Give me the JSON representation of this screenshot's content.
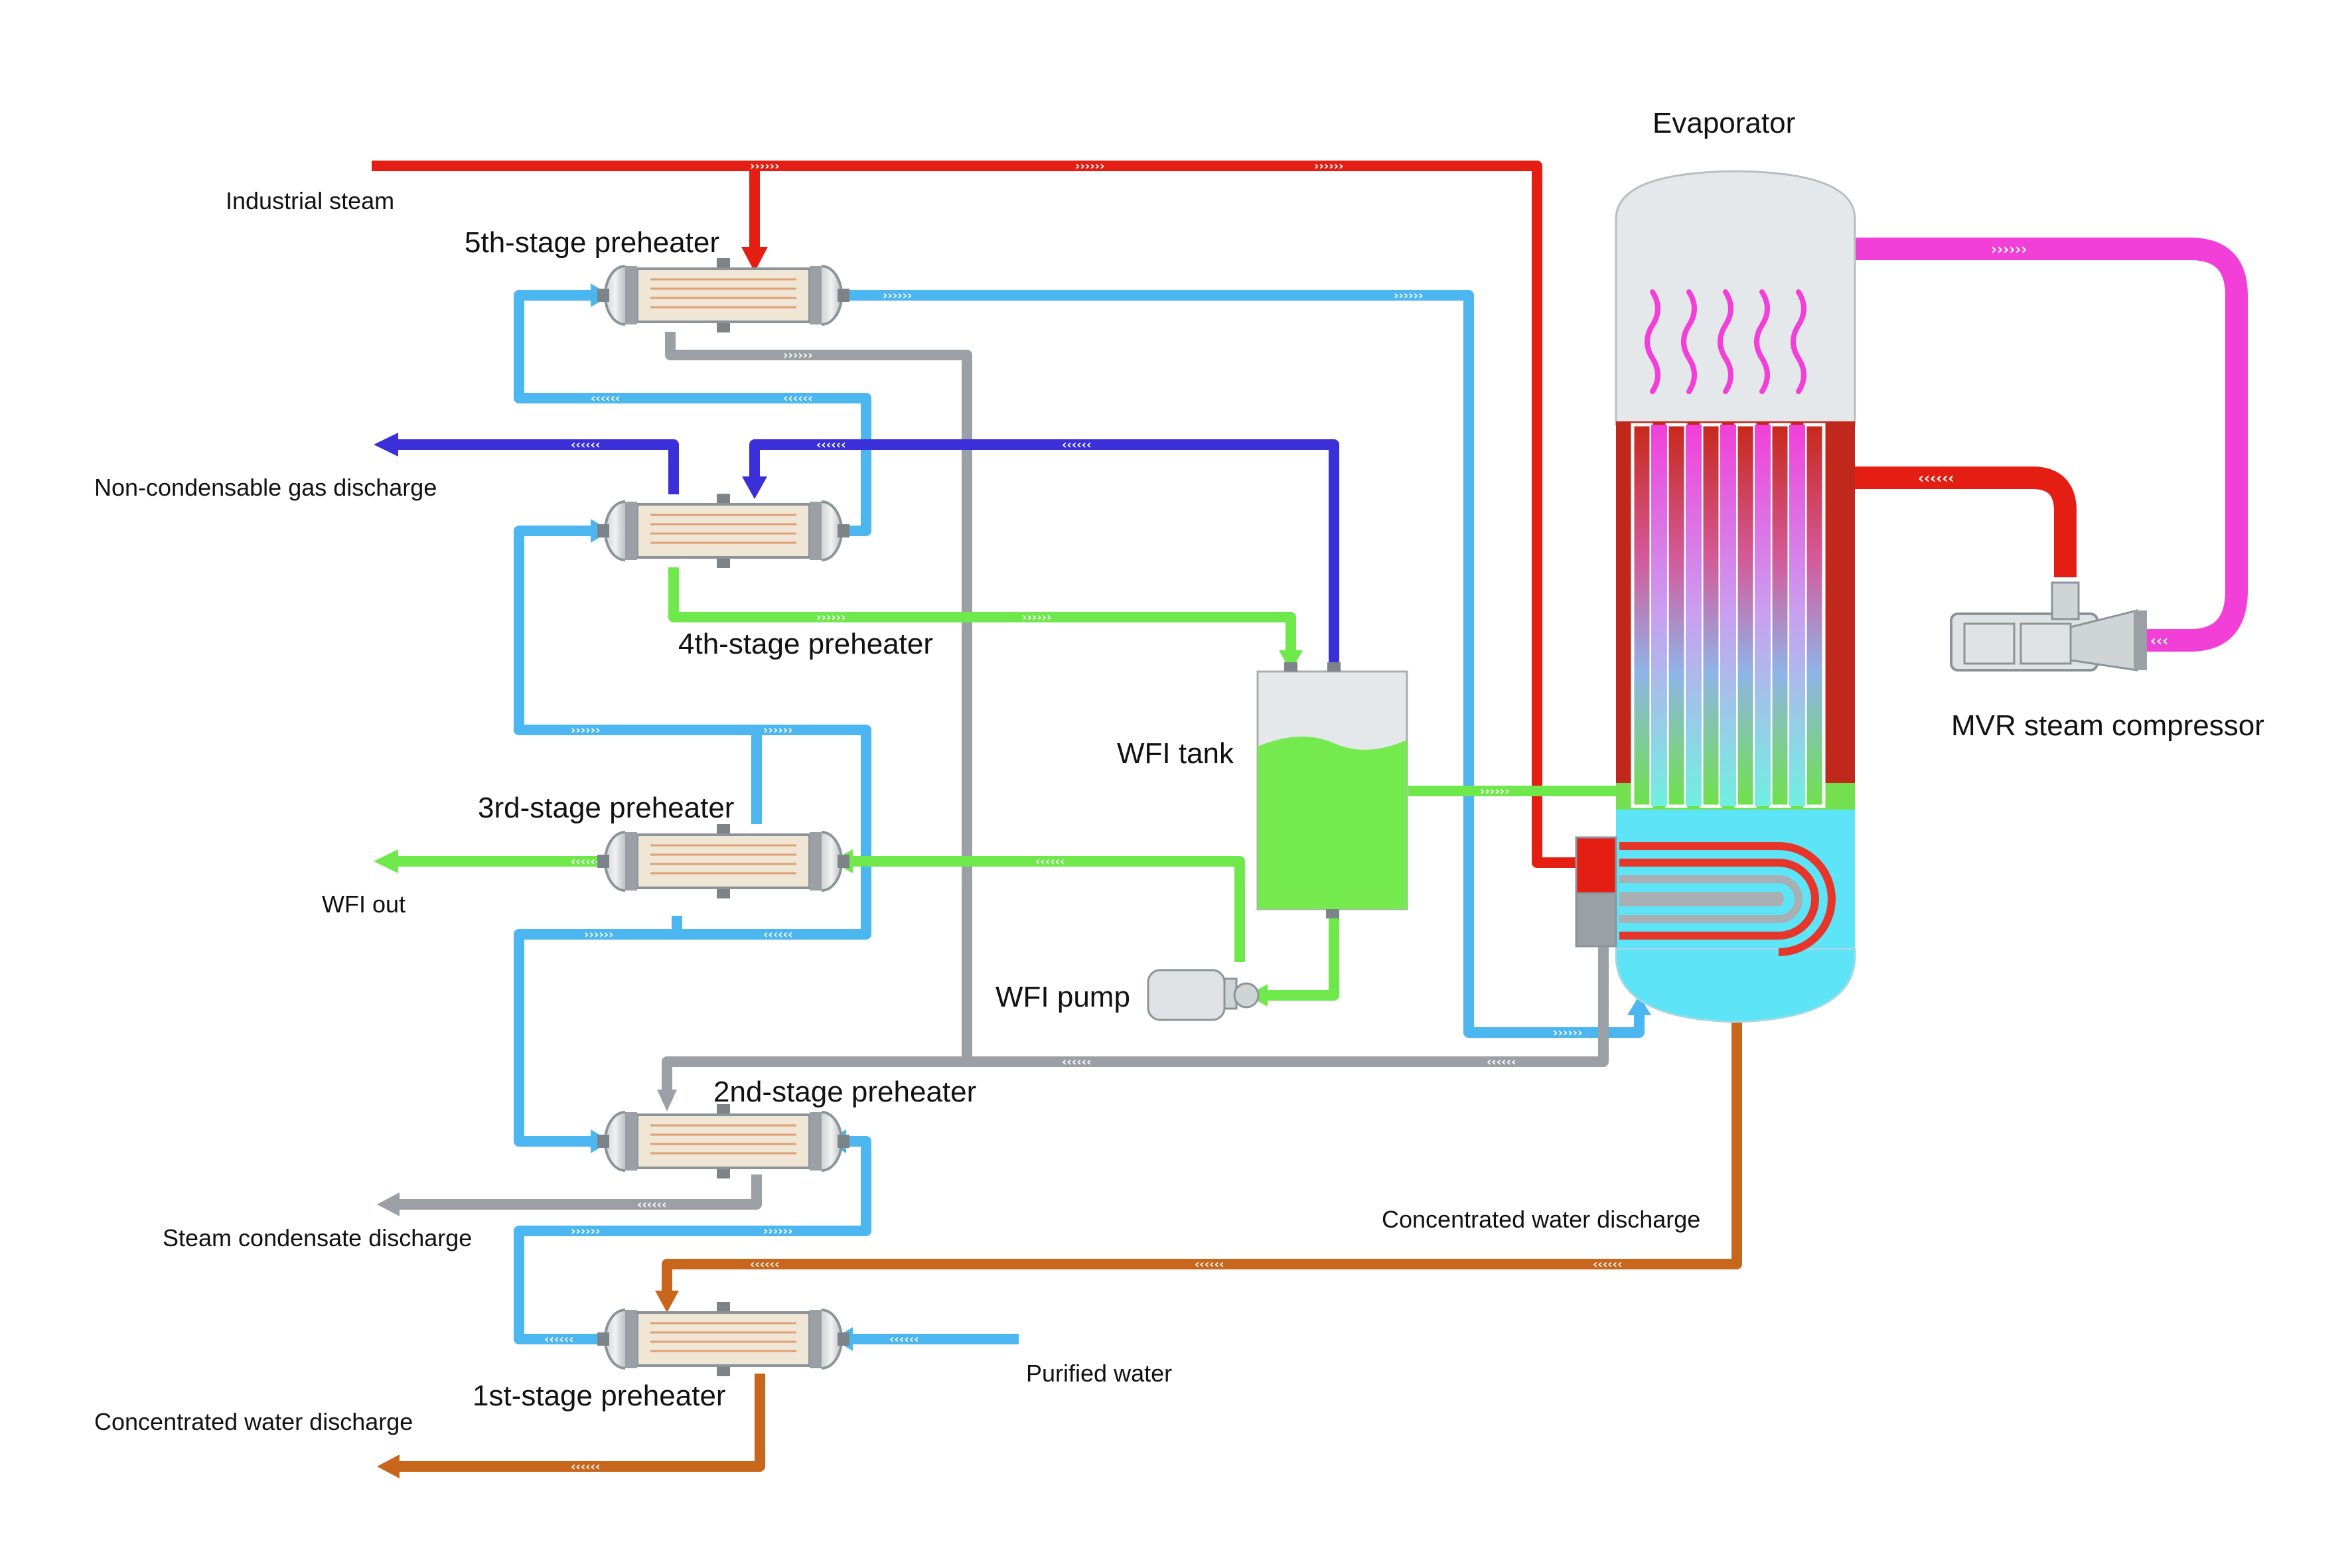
{
  "labels": {
    "evaporator": "Evaporator",
    "industrial_steam": "Industrial steam",
    "stage5": "5th-stage preheater",
    "non_condensable": "Non-condensable gas discharge",
    "stage4": "4th-stage preheater",
    "wfi_tank": "WFI tank",
    "stage3": "3rd-stage preheater",
    "wfi_out": "WFI out",
    "wfi_pump": "WFI pump",
    "stage2": "2nd-stage preheater",
    "steam_condensate": "Steam condensate discharge",
    "conc_discharge_right": "Concentrated water discharge",
    "stage1": "1st-stage preheater",
    "purified_water": "Purified water",
    "conc_discharge_left": "Concentrated water discharge",
    "mvr": "MVR steam compressor"
  },
  "colors": {
    "steam": "#e41e12",
    "water": "#4bb6ef",
    "gas": "#3b2fd9",
    "wfi": "#6ee84a",
    "condensate": "#9aa0a5",
    "concentrate": "#c8661c",
    "secondary_steam": "#f23fd8"
  }
}
